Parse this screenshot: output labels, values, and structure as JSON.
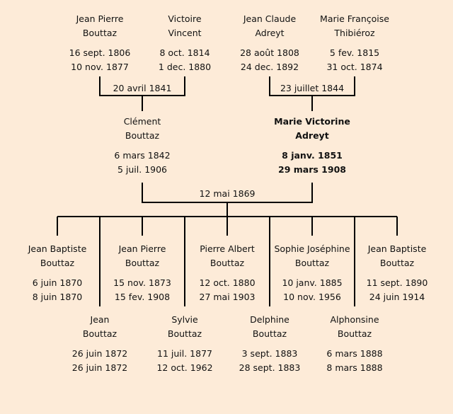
{
  "grandparents": [
    {
      "first": "Jean Pierre",
      "last": "Bouttaz",
      "birth": "16 sept. 1806",
      "death": "10 nov. 1877"
    },
    {
      "first": "Victoire",
      "last": "Vincent",
      "birth": "8 oct. 1814",
      "death": "1 dec. 1880"
    },
    {
      "first": "Jean Claude",
      "last": "Adreyt",
      "birth": "28 août 1808",
      "death": "24 dec. 1892"
    },
    {
      "first": "Marie Françoise",
      "last": "Thibiéroz",
      "birth": "5 fev. 1815",
      "death": "31 oct. 1874"
    }
  ],
  "marriages": {
    "paternal": "20 avril 1841",
    "maternal": "23 juillet 1844",
    "parents": "12 mai 1869"
  },
  "parents": [
    {
      "first": "Clément",
      "last": "Bouttaz",
      "birth": "6 mars 1842",
      "death": "5 juil. 1906"
    },
    {
      "first": "Marie Victorine",
      "last": "Adreyt",
      "birth": "8 janv. 1851",
      "death": "29 mars 1908",
      "highlighted": true
    }
  ],
  "children": [
    {
      "first": "Jean Baptiste",
      "last": "Bouttaz",
      "birth": "6 juin 1870",
      "death": "8 juin 1870"
    },
    {
      "first": "Jean",
      "last": "Bouttaz",
      "birth": "26 juin 1872",
      "death": "26 juin 1872"
    },
    {
      "first": "Jean Pierre",
      "last": "Bouttaz",
      "birth": "15 nov. 1873",
      "death": "15 fev. 1908"
    },
    {
      "first": "Sylvie",
      "last": "Bouttaz",
      "birth": "11 juil. 1877",
      "death": "12 oct. 1962"
    },
    {
      "first": "Pierre Albert",
      "last": "Bouttaz",
      "birth": "12 oct. 1880",
      "death": "27 mai 1903"
    },
    {
      "first": "Delphine",
      "last": "Bouttaz",
      "birth": "3 sept. 1883",
      "death": "28 sept. 1883"
    },
    {
      "first": "Sophie Joséphine",
      "last": "Bouttaz",
      "birth": "10 janv. 1885",
      "death": "10 nov. 1956"
    },
    {
      "first": "Alphonsine",
      "last": "Bouttaz",
      "birth": "6 mars 1888",
      "death": "8 mars 1888"
    },
    {
      "first": "Jean Baptiste",
      "last": "Bouttaz",
      "birth": "11 sept. 1890",
      "death": "24 juin 1914"
    }
  ]
}
